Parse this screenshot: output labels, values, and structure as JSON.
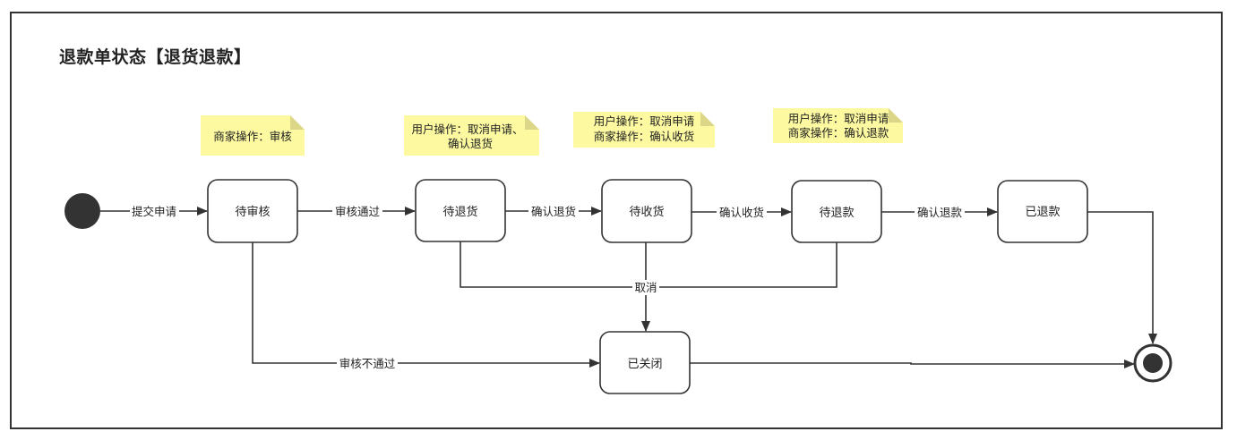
{
  "title": "退款单状态【退货退款】",
  "colors": {
    "note_fill": "#fcf9a0",
    "note_fold": "#dcd688",
    "stroke": "#333333",
    "node_fill": "#ffffff",
    "terminal": "#333333"
  },
  "states": {
    "pending_review": "待审核",
    "pending_return": "待退货",
    "pending_receipt": "待收货",
    "pending_refund": "待退款",
    "refunded": "已退款",
    "closed": "已关闭"
  },
  "transitions": {
    "submit": "提交申请",
    "approve": "审核通过",
    "confirm_return": "确认退货",
    "confirm_receipt": "确认收货",
    "confirm_refund": "确认退款",
    "cancel": "取消",
    "reject": "审核不通过"
  },
  "notes": {
    "review": [
      "商家操作：审核"
    ],
    "return": [
      "用户操作：取消申请、",
      "确认退货"
    ],
    "receipt": [
      "用户操作：取消申请",
      "商家操作：确认收货"
    ],
    "refund": [
      "用户操作：取消申请",
      "商家操作：确认退款"
    ]
  }
}
